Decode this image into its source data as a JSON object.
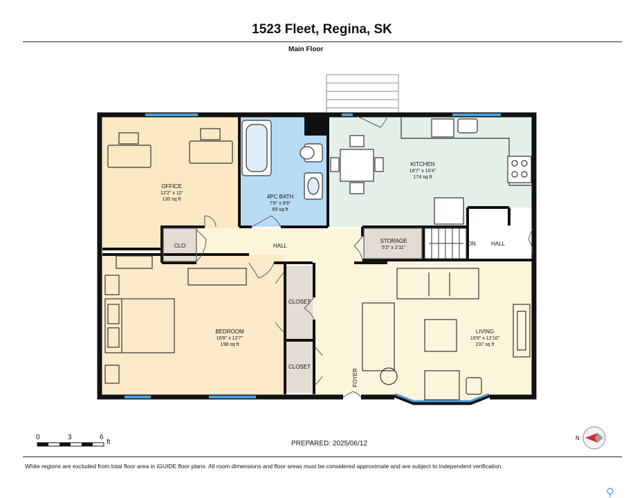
{
  "header": {
    "title": "1523 Fleet, Regina, SK",
    "floor": "Main Floor"
  },
  "rooms": {
    "office": {
      "name": "OFFICE",
      "dims": "12'2\" x 12'",
      "area": "130 sq ft"
    },
    "bath": {
      "name": "4PC BATH",
      "dims": "7'6\" x 9'9\"",
      "area": "69 sq ft"
    },
    "kitchen": {
      "name": "KITCHEN",
      "dims": "18'7\" x 10'4\"",
      "area": "174 sq ft"
    },
    "clo": {
      "name": "CLO"
    },
    "hall_main": {
      "name": "HALL"
    },
    "storage": {
      "name": "STORAGE",
      "dims": "5'2\" x 2'11\""
    },
    "dn": {
      "name": "DN"
    },
    "hall_right": {
      "name": "HALL"
    },
    "bedroom": {
      "name": "BEDROOM",
      "dims": "16'8\" x 12'7\"",
      "area": "198 sq ft"
    },
    "closet_top": {
      "name": "CLOSET"
    },
    "closet_bottom": {
      "name": "CLOSET"
    },
    "foyer": {
      "name": "FOYER"
    },
    "living": {
      "name": "LIVING",
      "dims": "19'8\" x 12'10\"",
      "area": "237 sq ft"
    }
  },
  "scale": {
    "labels": [
      "0",
      "3",
      "6"
    ],
    "unit": "ft"
  },
  "compass": {
    "label": "N"
  },
  "footer": {
    "prepared": "PREPARED: 2025/06/12",
    "disclaimer": "White regions are excluded from total floor area in iGUIDE floor plans. All room dimensions and floor areas must be considered approximate and are subject to independent verification."
  },
  "colors": {
    "office": "#fbe9c4",
    "bath": "#b9dcf5",
    "kitchen": "#e4efe8",
    "bedroom": "#fdeacb",
    "hall": "#fdf4dc",
    "utility": "#e2dcd2",
    "window": "#4a9fd6",
    "wall": "#111111",
    "compass_red": "#d9282f"
  }
}
